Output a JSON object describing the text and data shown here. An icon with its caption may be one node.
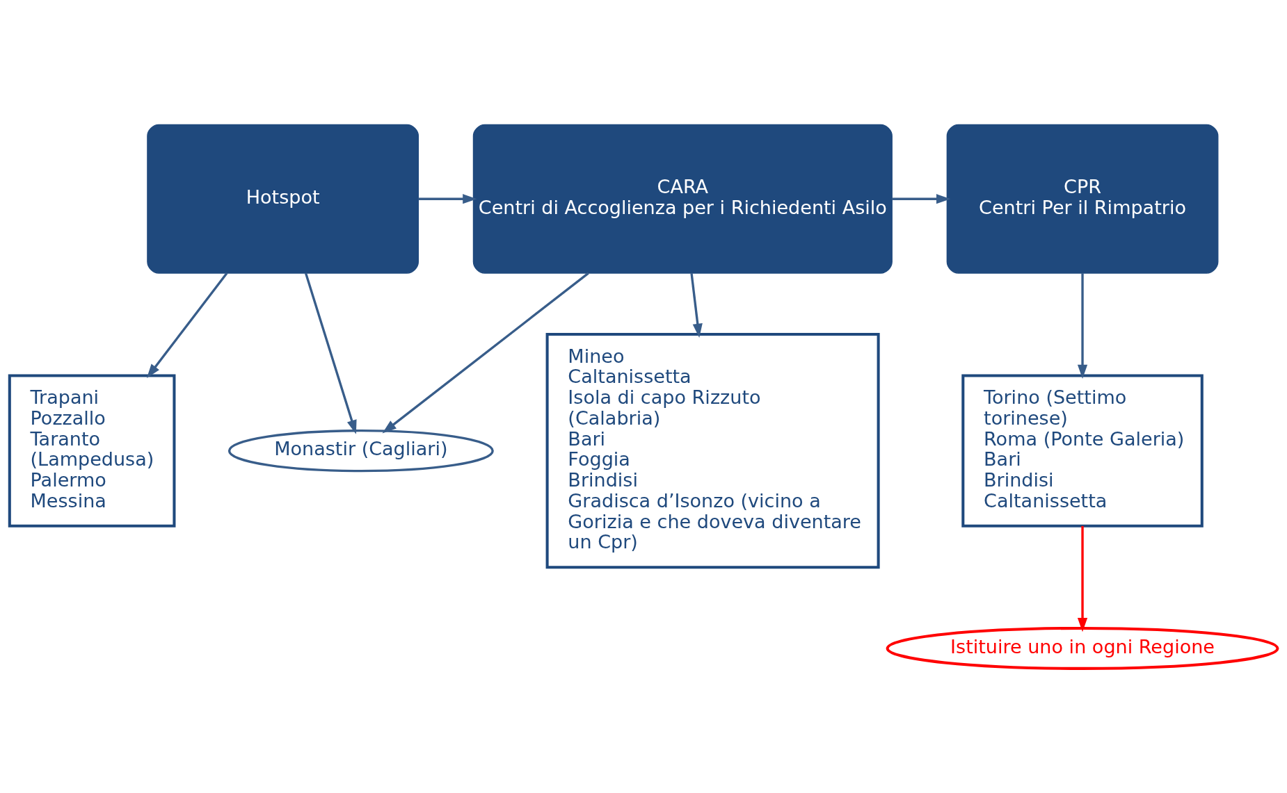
{
  "diagram": {
    "nodes": [
      {
        "text": [
          "Hotspot"
        ]
      },
      {
        "text": [
          "CARA",
          "Centri di Accoglienza per i Richiedenti Asilo"
        ]
      },
      {
        "text": [
          "CPR",
          "Centri Per il Rimpatrio"
        ]
      },
      {
        "text": [
          "Monastir (Cagliari)"
        ]
      },
      {
        "text": [
          "Trapani",
          "Pozzallo",
          "Taranto",
          "(Lampedusa)",
          "Palermo",
          "Messina"
        ]
      },
      {
        "text": [
          "Mineo",
          "Caltanissetta",
          "Isola di capo Rizzuto (Calabria)",
          "Bari",
          "Foggia",
          "Brindisi",
          "Gradisca d’Isonzo (vicino a Gorizia e che doveva diventare un Cpr)"
        ]
      },
      {
        "text": [
          "Torino (Settimo torinese)",
          "Roma (Ponte Galeria)",
          "Bari",
          "Brindisi",
          "Caltanissetta"
        ]
      },
      {
        "text": [
          "Istituire uno in ogni Regione"
        ]
      }
    ],
    "edges": [
      {
        "from": 0,
        "to": 1,
        "arrow": "to"
      },
      {
        "from": 1,
        "to": 2,
        "arrow": "to"
      },
      {
        "from": 0,
        "to": 4,
        "arrow": "to"
      },
      {
        "from": 0,
        "to": 3,
        "arrow": "to"
      },
      {
        "from": 1,
        "to": 3,
        "arrow": "to"
      },
      {
        "from": 1,
        "to": 5,
        "arrow": "to"
      },
      {
        "from": 2,
        "to": 6,
        "arrow": "to"
      },
      {
        "from": 6,
        "to": 7,
        "arrow": "to",
        "color": "#ff0000"
      }
    ]
  }
}
